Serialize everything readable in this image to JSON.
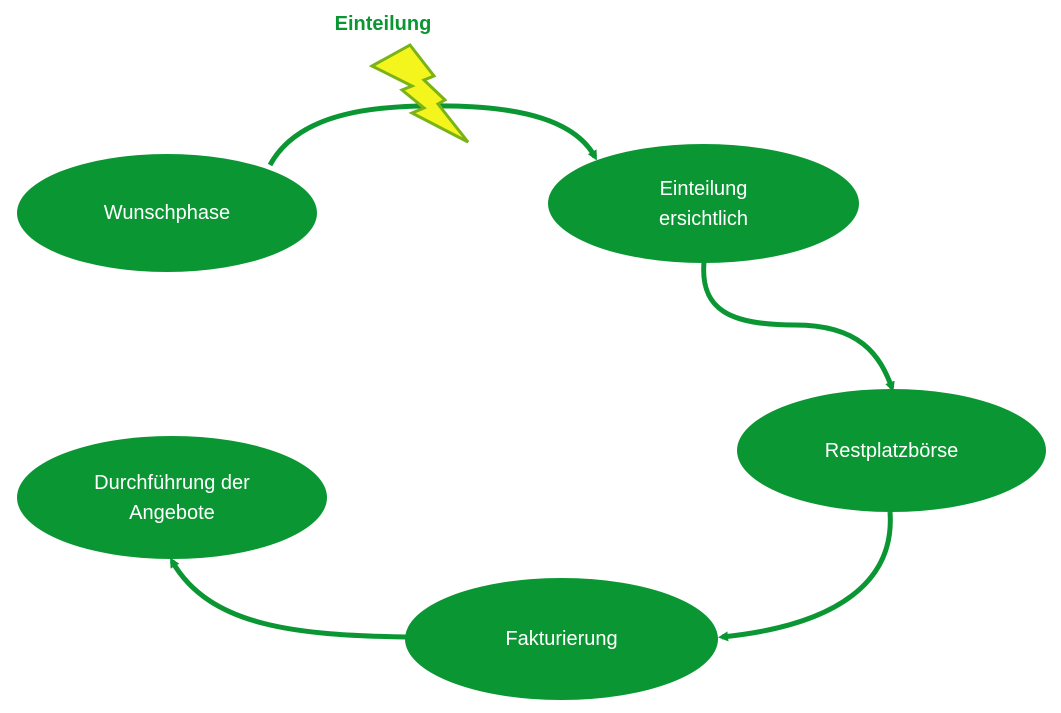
{
  "header_label": "Einteilung",
  "nodes": {
    "wunschphase": "Wunschphase",
    "einteilung_ersichtlich": "Einteilung\nersichtlich",
    "restplatzboerse": "Restplatzbörse",
    "fakturierung": "Fakturierung",
    "durchfuehrung": "Durchführung der\nAngebote"
  },
  "colors": {
    "node_fill": "#0a9632",
    "arrow": "#0a9632",
    "label": "#0a9632",
    "lightning_fill": "#f5f51e",
    "lightning_stroke": "#7ab317"
  },
  "icons": {
    "lightning": "lightning-bolt-icon"
  }
}
